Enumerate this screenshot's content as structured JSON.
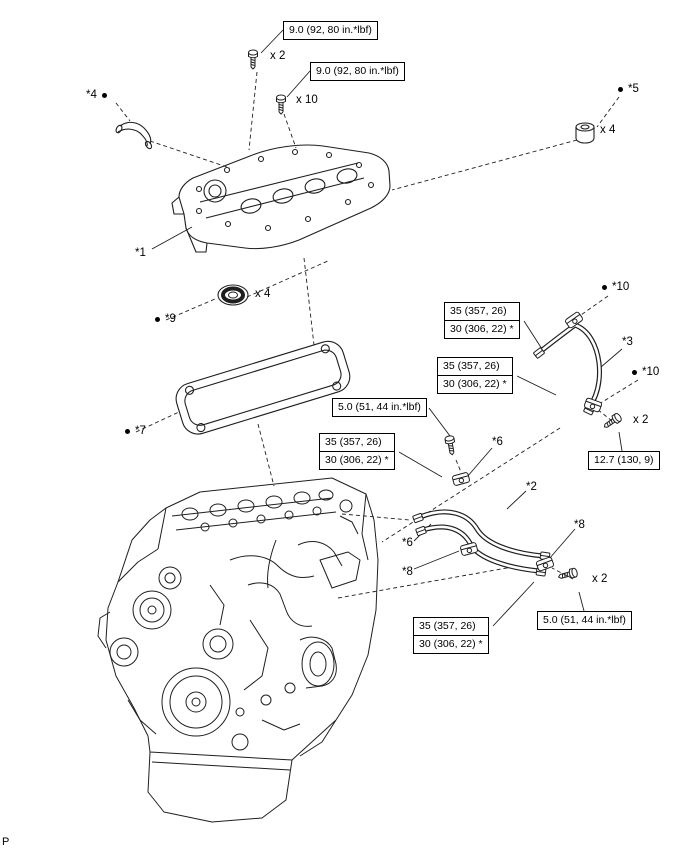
{
  "page": {
    "footer_label": "P"
  },
  "colors": {
    "line": "#1f1f1f",
    "background": "#ffffff",
    "box_border": "#000000"
  },
  "callouts": {
    "part1": "*1",
    "part2": "*2",
    "part3": "*3",
    "part4": "*4",
    "part5": "*5",
    "part6_upper": "*6",
    "part6_lower": "*6",
    "part7": "*7",
    "part8_left": "*8",
    "part8_right": "*8",
    "part9": "*9",
    "part10_upper": "*10",
    "part10_lower": "*10"
  },
  "quantities": {
    "cover_bolt_short": "x 2",
    "cover_bolt_long": "x 10",
    "grommet": "x 4",
    "washer_seal": "x 4",
    "pipe_clamp_bolt_upper": "x 2",
    "pipe_clamp_bolt_lower": "x 2"
  },
  "torque_specs": {
    "cover_bolt_short": "9.0 (92, 80 in.*lbf)",
    "cover_bolt_long": "9.0 (92, 80 in.*lbf)",
    "pipe3_union_upper_row1": "35 (357, 26)",
    "pipe3_union_upper_row2": "30 (306, 22) *",
    "pipe3_union_lower_row1": "35 (357, 26)",
    "pipe3_union_lower_row2": "30 (306, 22) *",
    "clamp_bolt_upper": "5.0 (51, 44 in.*lbf)",
    "pipe2_union_left_row1": "35 (357, 26)",
    "pipe2_union_left_row2": "30 (306, 22) *",
    "pipe_clamp_bolt": "12.7 (130, 9)",
    "clamp_bolt_lower": "5.0 (51, 44 in.*lbf)",
    "pipe2_union_bottom_row1": "35 (357, 26)",
    "pipe2_union_bottom_row2": "30 (306, 22) *"
  }
}
